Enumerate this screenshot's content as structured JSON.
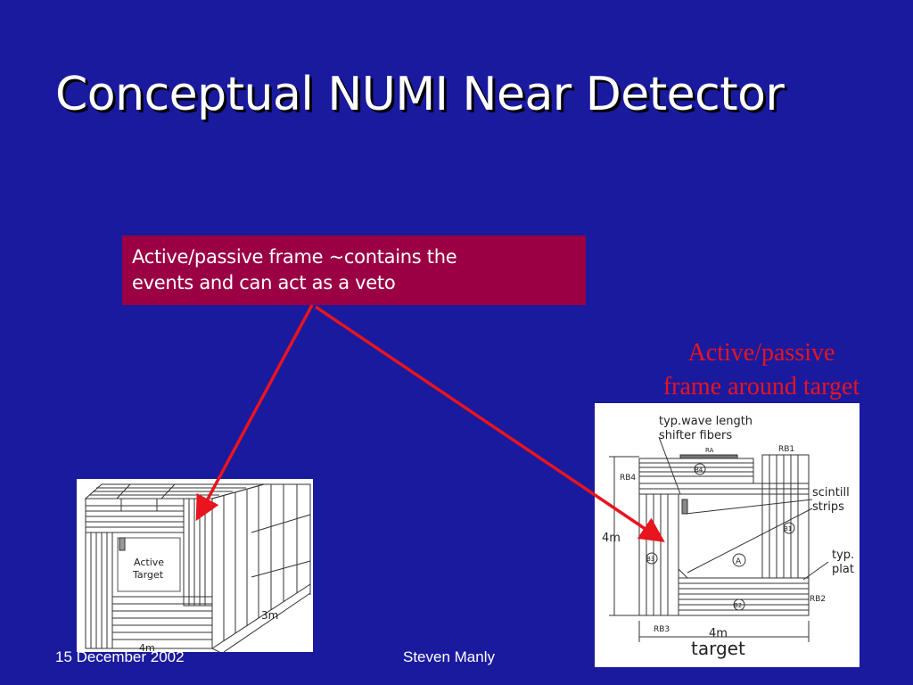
{
  "slide": {
    "title": "Conceptual NUMI Near Detector",
    "callout": {
      "line1": "Active/passive frame ~contains the",
      "line2": "events and can act as a veto"
    },
    "right_label": {
      "line1": "Active/passive",
      "line2": "frame around target"
    },
    "footer": {
      "date": "15 December 2002",
      "author": "Steven Manly"
    }
  },
  "left_diagram": {
    "label_line1": "Active",
    "label_line2": "Target",
    "dim_width": "4m",
    "dim_depth": "3m"
  },
  "right_diagram": {
    "fiber_note_line1": "typ.wave length",
    "fiber_note_line2": "shifter fibers",
    "scint_line1": "scintill",
    "scint_line2": "strips",
    "plate_line1": "typ.",
    "plate_line2": "plat",
    "ra": "RA",
    "rb1": "RB1",
    "rb2": "RB2",
    "rb3": "RB3",
    "rb4": "RB4",
    "b1": "B1",
    "b2": "B2",
    "b3": "B3",
    "b4": "B4",
    "a": "A",
    "dim_height": "4m",
    "dim_width": "4m",
    "caption": "target"
  },
  "colors": {
    "background": "#1a1a9e",
    "callout_fill": "#9b0044",
    "arrow": "#e8141e",
    "label_red": "#e8141e"
  }
}
